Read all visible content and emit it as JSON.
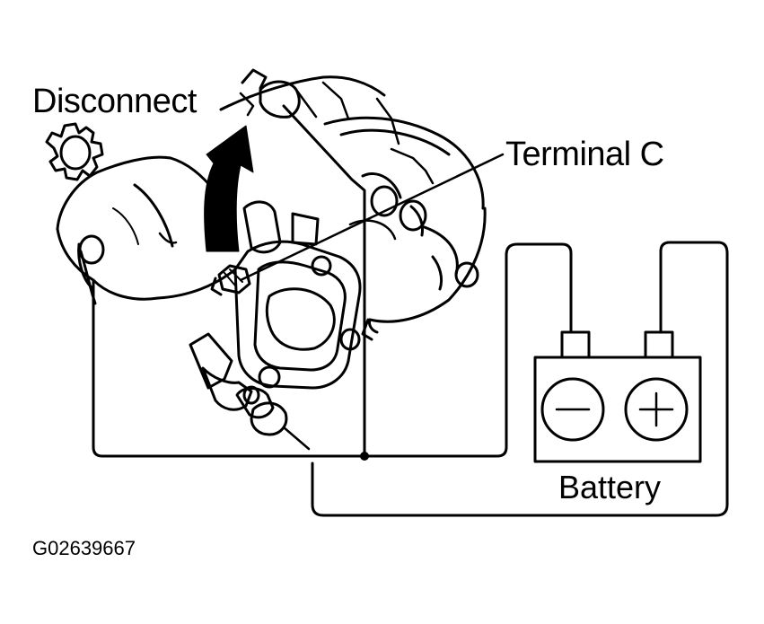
{
  "labels": {
    "disconnect": "Disconnect",
    "terminal": "Terminal C",
    "battery": "Battery",
    "figure_code": "G02639667"
  },
  "battery": {
    "negative_symbol": "minus",
    "positive_symbol": "plus"
  },
  "colors": {
    "line": "#000000",
    "background": "#ffffff"
  }
}
